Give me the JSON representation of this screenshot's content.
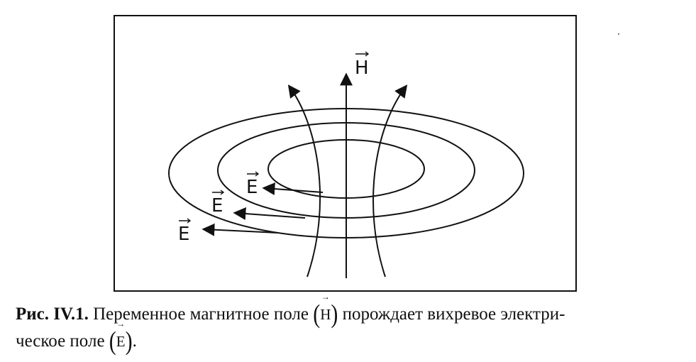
{
  "diagram": {
    "field_labels": {
      "h": "H",
      "e1": "E",
      "e2": "E",
      "e3": "E"
    }
  },
  "caption": {
    "label": "Рис. IV.1.",
    "text_line1": " Переменное магнитное поле ",
    "symbol_h": "H",
    "text_line1b": " порождает вихревое электри-",
    "text_line2": "ческое поле ",
    "symbol_e": "E",
    "text_end": "."
  }
}
